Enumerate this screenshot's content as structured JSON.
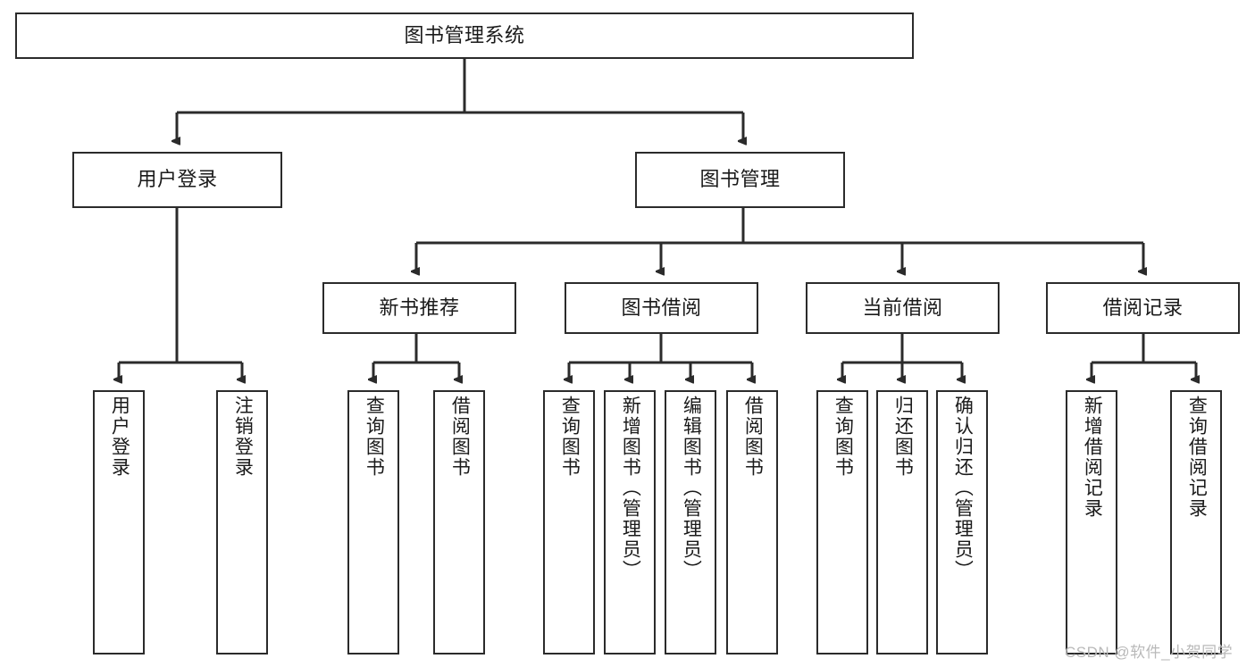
{
  "diagram": {
    "title": "图书管理系统",
    "watermark": "CSDN @软件_小贺同学",
    "colors": {
      "stroke": "#2b2b2b",
      "fill": "#ffffff",
      "text": "#1a1a1a",
      "watermark": "#b9b9b9"
    },
    "levels": {
      "root": {
        "label": "图书管理系统"
      },
      "level1": [
        {
          "id": "user-login",
          "label": "用户登录"
        },
        {
          "id": "book-management",
          "label": "图书管理"
        }
      ],
      "level2": [
        {
          "id": "new-book-recommend",
          "label": "新书推荐",
          "parent": "book-management"
        },
        {
          "id": "book-borrow",
          "label": "图书借阅",
          "parent": "book-management"
        },
        {
          "id": "current-borrow",
          "label": "当前借阅",
          "parent": "book-management"
        },
        {
          "id": "borrow-record",
          "label": "借阅记录",
          "parent": "book-management"
        }
      ],
      "leaves": [
        {
          "id": "leaf-user-login",
          "label": "用户登录",
          "parent": "user-login"
        },
        {
          "id": "leaf-logout-login",
          "label": "注销登录",
          "parent": "user-login"
        },
        {
          "id": "leaf-query-book-1",
          "label": "查询图书",
          "parent": "new-book-recommend"
        },
        {
          "id": "leaf-borrow-book-1",
          "label": "借阅图书",
          "parent": "new-book-recommend"
        },
        {
          "id": "leaf-query-book-2",
          "label": "查询图书",
          "parent": "book-borrow"
        },
        {
          "id": "leaf-add-book",
          "label": "新增图书（管理员）",
          "parent": "book-borrow"
        },
        {
          "id": "leaf-edit-book",
          "label": "编辑图书（管理员）",
          "parent": "book-borrow"
        },
        {
          "id": "leaf-borrow-book-2",
          "label": "借阅图书",
          "parent": "book-borrow"
        },
        {
          "id": "leaf-query-book-3",
          "label": "查询图书",
          "parent": "current-borrow"
        },
        {
          "id": "leaf-return-book",
          "label": "归还图书",
          "parent": "current-borrow"
        },
        {
          "id": "leaf-confirm-return",
          "label": "确认归还（管理员）",
          "parent": "current-borrow"
        },
        {
          "id": "leaf-add-record",
          "label": "新增借阅记录",
          "parent": "borrow-record"
        },
        {
          "id": "leaf-query-record",
          "label": "查询借阅记录",
          "parent": "borrow-record"
        }
      ]
    }
  }
}
